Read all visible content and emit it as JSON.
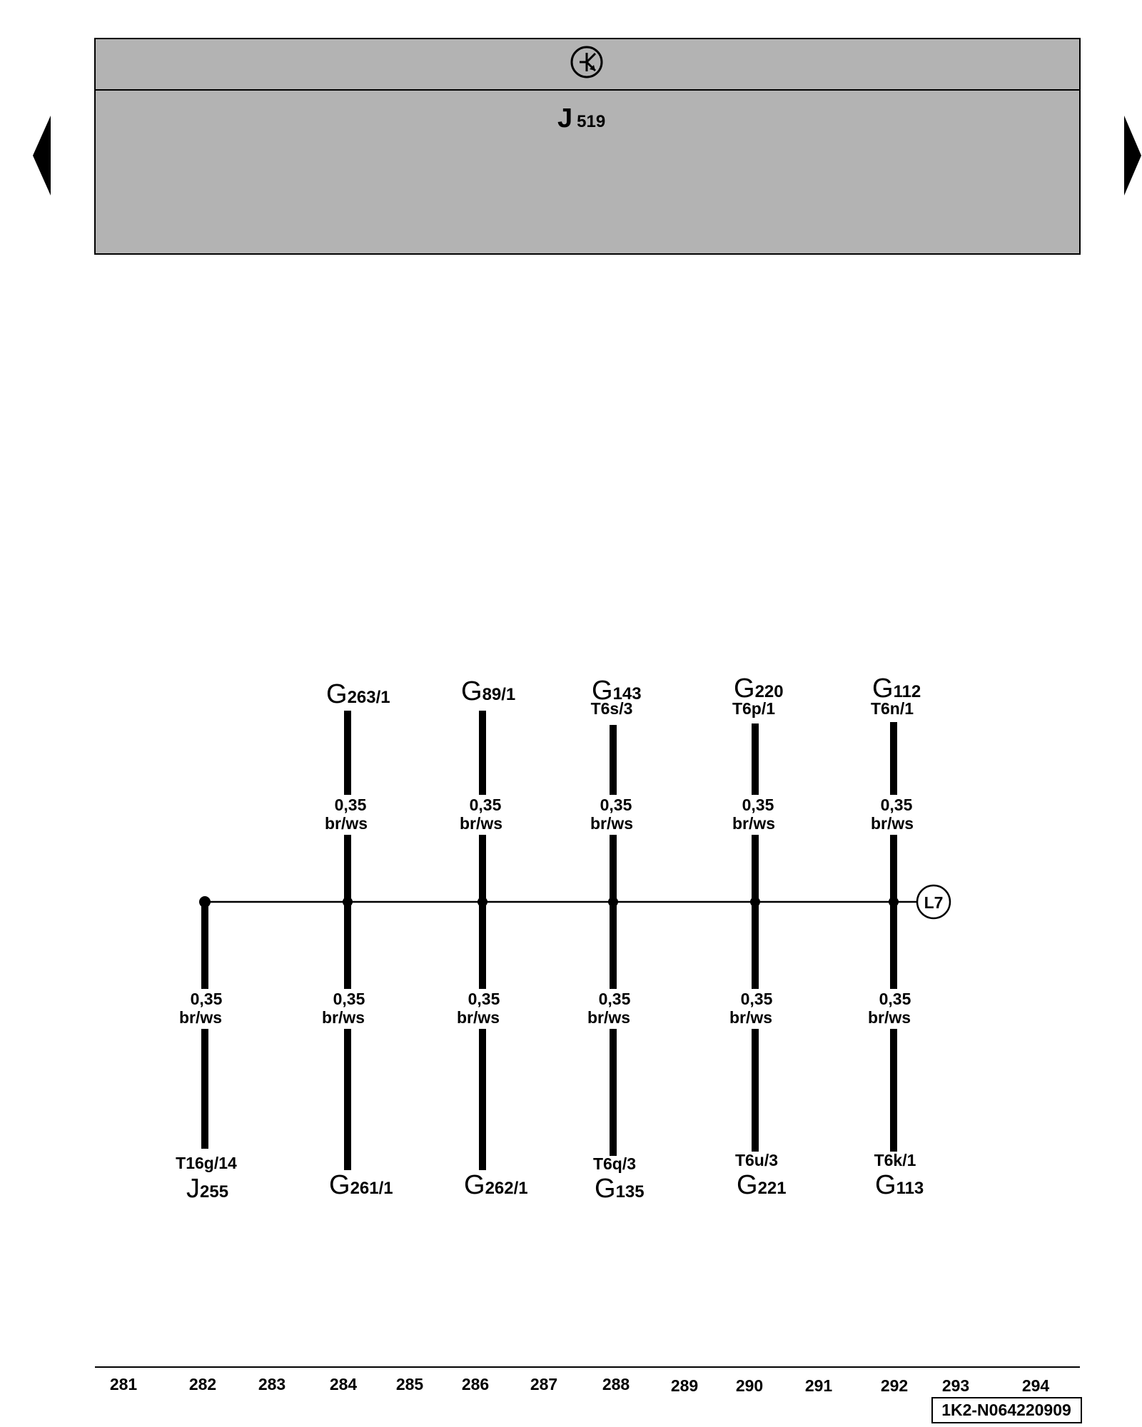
{
  "header": {
    "symbol_icon": "control-unit-symbol-icon",
    "component": {
      "letter": "J",
      "number": "519"
    }
  },
  "nav": {
    "prev_icon": "triangle-left-icon",
    "next_icon": "triangle-right-icon"
  },
  "connector": {
    "label": "L7"
  },
  "wires": [
    {
      "spec": "0,35",
      "color": "br/ws",
      "top": null,
      "bottom": {
        "pin": "T16g/14",
        "letter": "J",
        "number": "255"
      }
    },
    {
      "spec": "0,35",
      "color": "br/ws",
      "top": {
        "pin": "",
        "letter": "G",
        "number": "263/1"
      },
      "bottom": {
        "pin": "",
        "letter": "G",
        "number": "261/1"
      }
    },
    {
      "spec": "0,35",
      "color": "br/ws",
      "top": {
        "pin": "",
        "letter": "G",
        "number": "89/1"
      },
      "bottom": {
        "pin": "",
        "letter": "G",
        "number": "262/1"
      }
    },
    {
      "spec": "0,35",
      "color": "br/ws",
      "top": {
        "pin": "T6s/3",
        "letter": "G",
        "number": "143"
      },
      "bottom": {
        "pin": "T6q/3",
        "letter": "G",
        "number": "135"
      }
    },
    {
      "spec": "0,35",
      "color": "br/ws",
      "top": {
        "pin": "T6p/1",
        "letter": "G",
        "number": "220"
      },
      "bottom": {
        "pin": "T6u/3",
        "letter": "G",
        "number": "221"
      }
    },
    {
      "spec": "0,35",
      "color": "br/ws",
      "top": {
        "pin": "T6n/1",
        "letter": "G",
        "number": "112"
      },
      "bottom": {
        "pin": "T6k/1",
        "letter": "G",
        "number": "113"
      }
    }
  ],
  "scale": [
    "281",
    "282",
    "283",
    "284",
    "285",
    "286",
    "287",
    "288",
    "289",
    "290",
    "291",
    "292",
    "293",
    "294"
  ],
  "doc_id": "1K2-N064220909",
  "colors": {
    "header_fill": "#b3b3b3",
    "line": "#000000"
  }
}
